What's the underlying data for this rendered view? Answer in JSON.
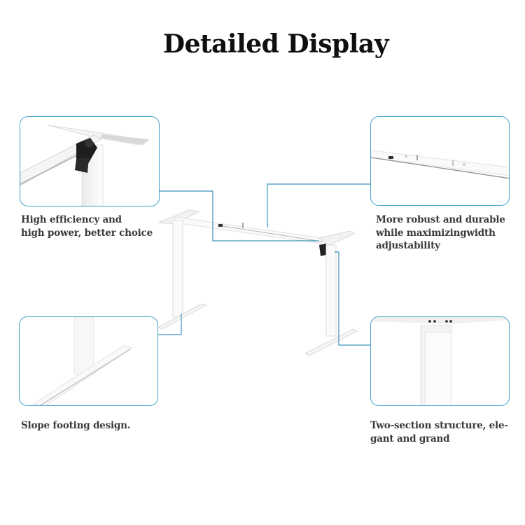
{
  "header": {
    "title": "Detailed Display"
  },
  "accent_color": "#3c93bd",
  "callouts": [
    {
      "id": "motor",
      "caption_line1": "High efficiency and",
      "caption_line2": "high power, better choice"
    },
    {
      "id": "crossbeam",
      "caption_line1": "More robust and durable",
      "caption_line2": "while maximizingwidth",
      "caption_line3": "adjustability"
    },
    {
      "id": "foot",
      "caption_line1": "Slope footing design."
    },
    {
      "id": "column",
      "caption_line1": "Two-section structure, ele-",
      "caption_line2": "gant and grand"
    }
  ]
}
